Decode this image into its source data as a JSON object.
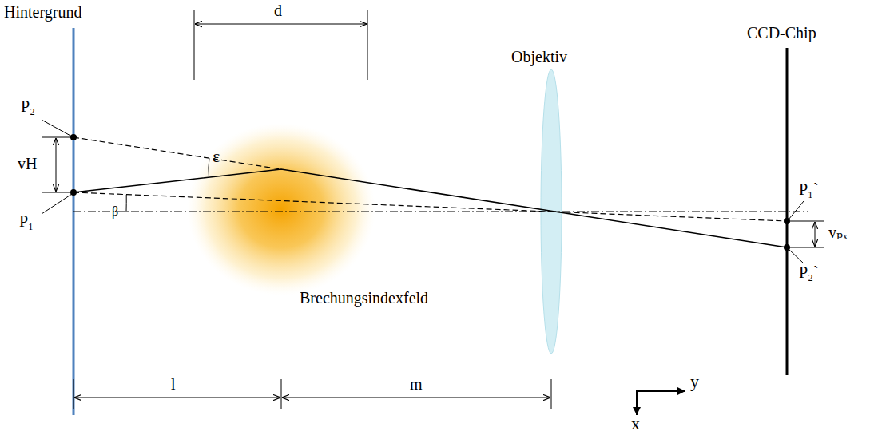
{
  "diagram": {
    "labels": [
      "Hintergrund",
      "d",
      "P₂",
      "vH",
      "ε",
      "P₁",
      "β",
      "Brechungsindexfeld",
      "Objektiv",
      "CCD-Chip",
      "P₁`",
      "vₚₓ",
      "P₂`",
      "l",
      "m",
      "y",
      "x"
    ]
  }
}
